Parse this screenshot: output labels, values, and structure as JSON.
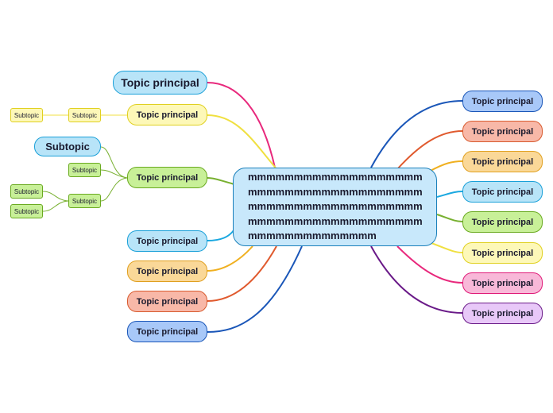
{
  "central": {
    "text": "mmmmmmmmmmmmmmmmmmmmmmmmmmmmmmmmmmmmmmmmmmmmmmmmmmmmmmmmmmmmmmmmmmmmmmmmmmmmmmmmmmmmmmmmmm"
  },
  "colors": {
    "blue": {
      "fill": "#a8c8f8",
      "stroke": "#1a56b8",
      "line": "#1a56b8"
    },
    "orange": {
      "fill": "#f8b8a8",
      "stroke": "#d85a2e",
      "line": "#e05a2e"
    },
    "amber": {
      "fill": "#fad898",
      "stroke": "#e0a020",
      "line": "#f0b020"
    },
    "cyan": {
      "fill": "#b8e4f8",
      "stroke": "#1aa0d8",
      "line": "#1aa8e0"
    },
    "green": {
      "fill": "#c8f098",
      "stroke": "#6aaa20",
      "line": "#78b030"
    },
    "yellow": {
      "fill": "#fdf8b8",
      "stroke": "#e0d020",
      "line": "#f0e040"
    },
    "pink": {
      "fill": "#f8b8d8",
      "stroke": "#e01a78",
      "line": "#e8287c"
    },
    "purple": {
      "fill": "#e8c8f8",
      "stroke": "#6a1a88",
      "line": "#6a1a88"
    }
  },
  "left_topics": [
    {
      "label": "Topic principal",
      "color": "cyan",
      "style": "big"
    },
    {
      "label": "Topic principal",
      "color": "yellow",
      "style": "normal"
    },
    {
      "label": "Topic principal",
      "color": "green",
      "style": "normal"
    },
    {
      "label": "Topic principal",
      "color": "cyan",
      "style": "normal"
    },
    {
      "label": "Topic principal",
      "color": "amber",
      "style": "normal"
    },
    {
      "label": "Topic principal",
      "color": "orange",
      "style": "normal"
    },
    {
      "label": "Topic principal",
      "color": "blue",
      "style": "normal"
    }
  ],
  "right_topics": [
    {
      "label": "Topic principal",
      "color": "blue"
    },
    {
      "label": "Topic principal",
      "color": "orange"
    },
    {
      "label": "Topic principal",
      "color": "amber"
    },
    {
      "label": "Topic principal",
      "color": "cyan"
    },
    {
      "label": "Topic principal",
      "color": "green"
    },
    {
      "label": "Topic principal",
      "color": "yellow"
    },
    {
      "label": "Topic principal",
      "color": "pink"
    },
    {
      "label": "Topic principal",
      "color": "purple"
    }
  ],
  "subtopics": {
    "yellow_chain": [
      "Subtopic",
      "Subtopic"
    ],
    "green_big": "Subtopic",
    "green_mid": "Subtopic",
    "green_group_parent": "Subtopic",
    "green_group_children": [
      "Subtopic",
      "Subtopic"
    ]
  }
}
